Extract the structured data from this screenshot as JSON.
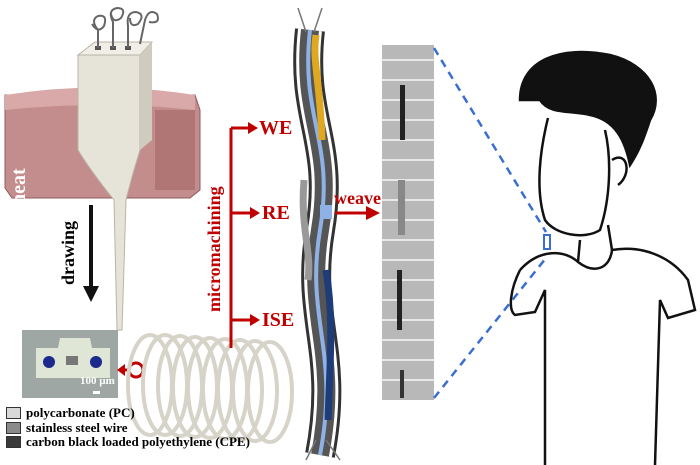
{
  "labels": {
    "heat": "heat",
    "drawing": "drawing",
    "micromachining": "micromachining",
    "we": "WE",
    "re": "RE",
    "ise": "ISE",
    "weave": "weave",
    "scale_bar": "100 µm"
  },
  "legend": [
    {
      "label": "polycarbonate (PC)",
      "color": "#d8d8d8"
    },
    {
      "label": "stainless steel wire",
      "color": "#8a8a8a"
    },
    {
      "label": "carbon black loaded polyethylene (CPE)",
      "color": "#3a3a3a"
    }
  ],
  "colors": {
    "accent_red": "#c00000",
    "dashed_blue": "#3a6fd0",
    "heater": "#c48a8a"
  }
}
